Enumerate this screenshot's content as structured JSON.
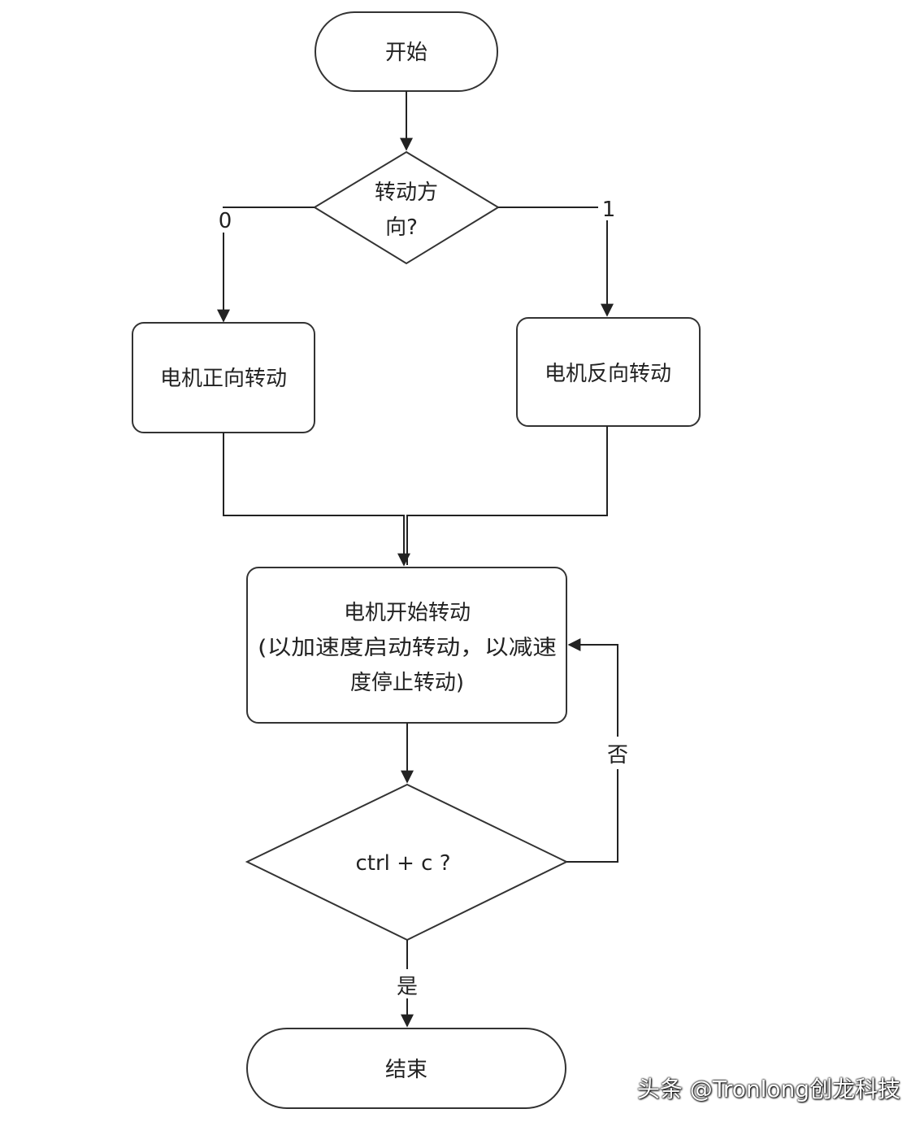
{
  "nodes": {
    "start": "开始",
    "direction_q_line1": "转动方",
    "direction_q_line2": "向?",
    "forward": "电机正向转动",
    "reverse": "电机反向转动",
    "run_line1": "电机开始转动",
    "run_line2": "(以加速度启动转动，以减速",
    "run_line3": "度停止转动)",
    "ctrl_q": "ctrl + c ?",
    "end": "结束"
  },
  "edges": {
    "dir_zero": "0",
    "dir_one": "1",
    "no": "否",
    "yes": "是"
  },
  "watermark": "头条 @Tronlong创龙科技",
  "colors": {
    "stroke": "#333333",
    "text": "#222222",
    "background": "#ffffff"
  }
}
